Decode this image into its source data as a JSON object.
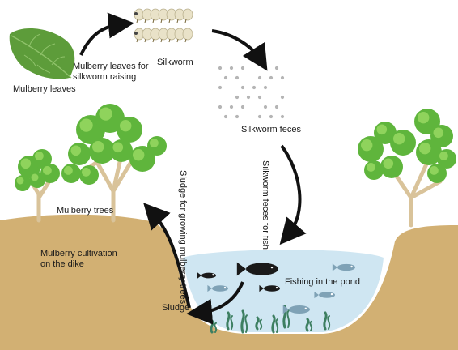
{
  "labels": {
    "mulberry_leaves": "Mulberry leaves",
    "leaves_for_silkworm_line1": "Mulberry leaves for",
    "leaves_for_silkworm_line2": "silkworm raising",
    "silkworm": "Silkworm",
    "silkworm_feces": "Silkworm feces",
    "feces_for_fish": "Silkworm feces for fish",
    "sludge_for_trees": "Sludge for growing mulberry trees",
    "mulberry_trees": "Mulberry trees",
    "cultivation_line1": "Mulberry cultivation",
    "cultivation_line2": "on the dike",
    "fishing": "Fishing in the pond",
    "sludge": "Sludge"
  },
  "colors": {
    "soil": "#d2b073",
    "soil_dark": "#b48e52",
    "water": "#cfe6f2",
    "foliage": "#5fb53c",
    "foliage_light": "#8fd35c",
    "trunk": "#d9c39a",
    "arrow": "#111111",
    "fish_dark": "#1a1a1a",
    "fish_light": "#7fa2b6",
    "weed": "#3d7f61",
    "leaf": "#5d9c3a",
    "silkworm": "#e9e2c8",
    "feces_dot": "#b5b5b5"
  }
}
